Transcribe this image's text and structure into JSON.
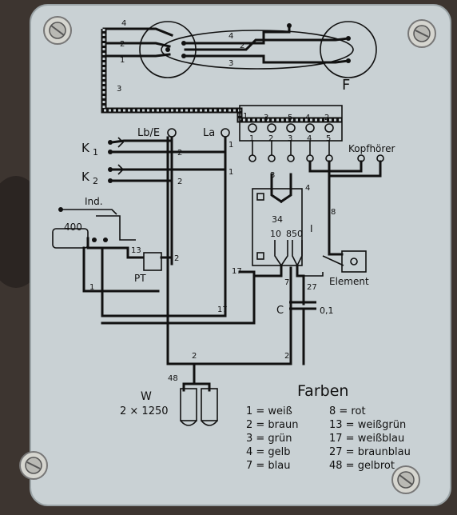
{
  "labels": {
    "receiver_f": "F",
    "terminal_lb_e": "Lb/E",
    "terminal_la": "La",
    "key_k1": "K",
    "key_k1_sub": "1",
    "key_k2": "K",
    "key_k2_sub": "2",
    "ind": "Ind.",
    "r400": "400",
    "pt": "PT",
    "kopfhoerer": "Kopfhörer",
    "coil_34": "34",
    "coil_10": "10",
    "coil_850": "850",
    "coil_I": "I",
    "element": "Element",
    "cap_c": "C",
    "cap_val": "0,1",
    "w": "W",
    "w_val": "2 × 1250",
    "farben_title": "Farben"
  },
  "wire_numbers": {
    "top_4": "4",
    "top_2": "2",
    "top_1": "1",
    "mid_4": "4",
    "mid_2": "2",
    "mid_3": "3",
    "left_3": "3",
    "strip_1": "1",
    "strip_3": "3",
    "strip_5": "5",
    "strip_4": "4",
    "strip_2": "2",
    "term_1": "1",
    "term_2": "2",
    "term_3": "3",
    "term_4": "4",
    "term_5": "5",
    "k1_2": "2",
    "k1_1": "1",
    "k2_2": "2",
    "k2_1": "1",
    "below_3": "3",
    "below_4": "4",
    "n8": "8",
    "n13": "13",
    "pt_2": "2",
    "n1": "1",
    "n17a": "17",
    "n7": "7",
    "n27": "27",
    "n17b": "17",
    "bot_2a": "2",
    "bot_2b": "2",
    "n48": "48"
  },
  "farben": [
    {
      "left": "1 = weiß",
      "right": "8 = rot"
    },
    {
      "left": "2 = braun",
      "right": "13 = weißgrün"
    },
    {
      "left": "3 = grün",
      "right": "17 = weißblau"
    },
    {
      "left": "4 = gelb",
      "right": "27 = braunblau"
    },
    {
      "left": "7 = blau",
      "right": "48 = gelbrot"
    }
  ],
  "colors": {
    "plate": "#c9d1d4",
    "plate_edge": "#9aa3a6",
    "ink": "#111111",
    "background": "#3a3430",
    "screw": "#b9b9b4"
  }
}
